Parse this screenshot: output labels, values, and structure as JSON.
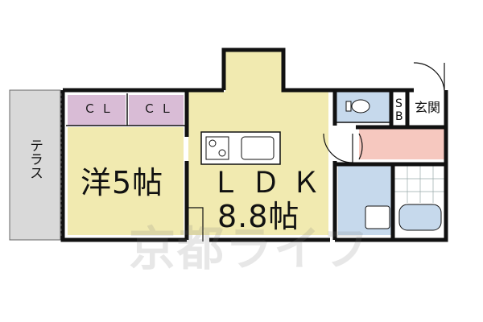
{
  "rooms": {
    "terrace": "テラス",
    "western_room": "洋5帖",
    "closet_1": "ＣＬ",
    "closet_2": "ＣＬ",
    "ldk_title": "ＬＤＫ",
    "ldk_size": "8.8帖",
    "shoe_box_s": "S",
    "shoe_box_b": "B",
    "entrance": "玄関"
  },
  "watermark": "京都ライフ",
  "colors": {
    "wall": "#111111",
    "terrace": "#d9d9d9",
    "western_room": "#f1eab0",
    "ldk": "#f1eab0",
    "closet": "#d9bcd6",
    "wet_area": "#c6d9ec",
    "hall": "#f6c8bf"
  }
}
